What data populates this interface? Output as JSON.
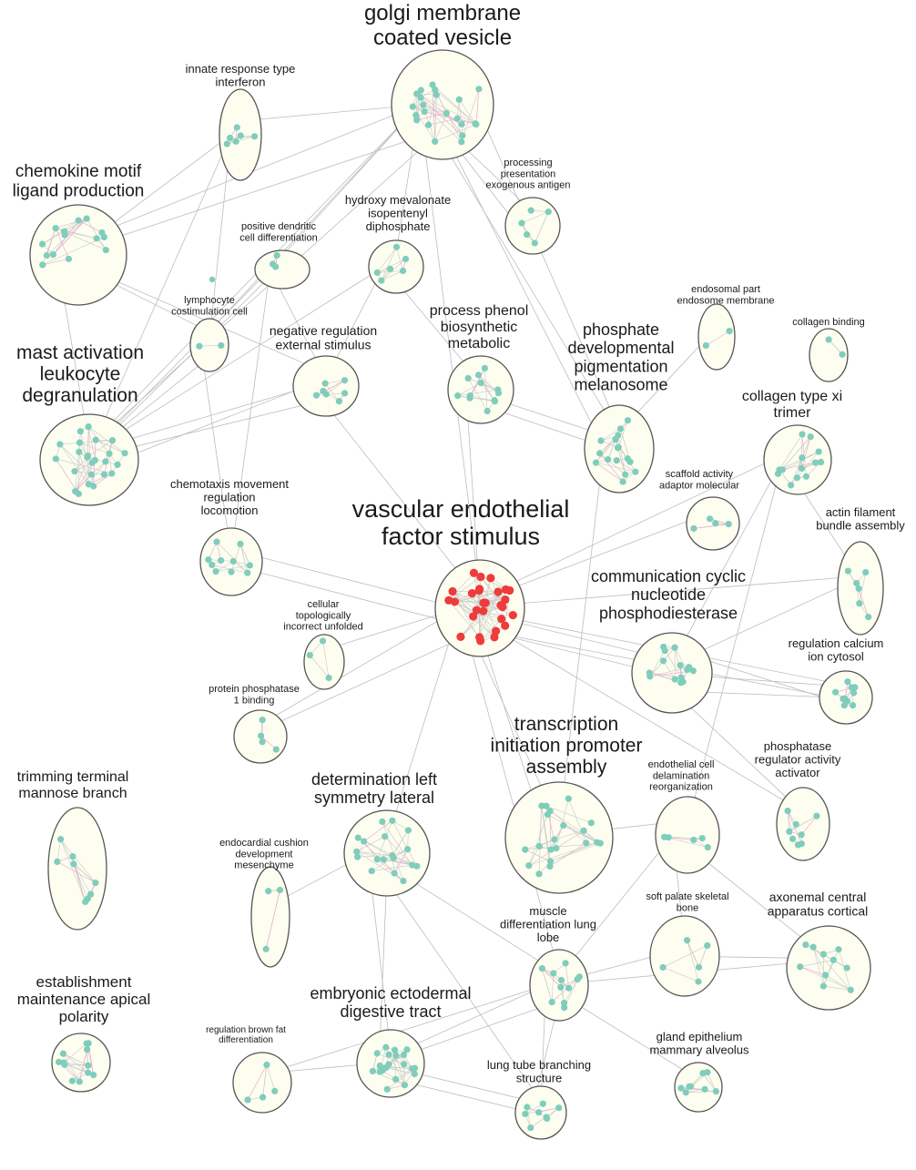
{
  "colors": {
    "node_default": "#7fcdbb",
    "node_highlight": "#ee3b3b",
    "cluster_fill": "#fdfdf0",
    "cluster_stroke": "#555555",
    "edge": "#bdbdbd"
  },
  "clusters": [
    {
      "id": "golgi",
      "label_lines": [
        "golgi membrane",
        "coated vesicle"
      ],
      "size": "xl",
      "nodes": 22
    },
    {
      "id": "innate",
      "label_lines": [
        "innate response type",
        "interferon"
      ],
      "size": "s",
      "nodes": 6
    },
    {
      "id": "chemokine",
      "label_lines": [
        "chemokine motif",
        "ligand production"
      ],
      "size": "l",
      "nodes": 14
    },
    {
      "id": "processing",
      "label_lines": [
        "processing",
        "presentation",
        "exogenous antigen"
      ],
      "size": "xs",
      "nodes": 5
    },
    {
      "id": "dendritic",
      "label_lines": [
        "positive dendritic",
        "cell differentiation"
      ],
      "size": "xs",
      "nodes": 3
    },
    {
      "id": "mevalonate",
      "label_lines": [
        "hydroxy mevalonate",
        "isopentenyl",
        "diphosphate"
      ],
      "size": "s",
      "nodes": 6
    },
    {
      "id": "lymphocyte",
      "label_lines": [
        "lymphocyte",
        "costimulation cell"
      ],
      "size": "xs",
      "nodes": 2
    },
    {
      "id": "endosomal",
      "label_lines": [
        "endosomal part",
        "endosome membrane"
      ],
      "size": "xs",
      "nodes": 2
    },
    {
      "id": "collagen_binding",
      "label_lines": [
        "collagen binding"
      ],
      "size": "xs",
      "nodes": 2
    },
    {
      "id": "negative_reg",
      "label_lines": [
        "negative regulation",
        "external stimulus"
      ],
      "size": "s",
      "nodes": 7
    },
    {
      "id": "phenol",
      "label_lines": [
        "process phenol",
        "biosynthetic",
        "metabolic"
      ],
      "size": "s",
      "nodes": 12
    },
    {
      "id": "mast",
      "label_lines": [
        "mast activation",
        "leukocyte",
        "degranulation"
      ],
      "size": "l",
      "nodes": 24
    },
    {
      "id": "phosphate_dev",
      "label_lines": [
        "phosphate",
        "developmental",
        "pigmentation",
        "melanosome"
      ],
      "size": "m",
      "nodes": 16
    },
    {
      "id": "collagen_xi",
      "label_lines": [
        "collagen type xi",
        "trimer"
      ],
      "size": "s",
      "nodes": 13
    },
    {
      "id": "chemotaxis",
      "label_lines": [
        "chemotaxis movement",
        "regulation",
        "locomotion"
      ],
      "size": "s",
      "nodes": 10
    },
    {
      "id": "scaffold",
      "label_lines": [
        "scaffold activity",
        "adaptor molecular"
      ],
      "size": "xs",
      "nodes": 4
    },
    {
      "id": "vascular",
      "label_lines": [
        "vascular endothelial",
        "factor stimulus"
      ],
      "size": "l",
      "nodes": 28
    },
    {
      "id": "actin",
      "label_lines": [
        "actin filament",
        "bundle assembly"
      ],
      "size": "s",
      "nodes": 6
    },
    {
      "id": "camp",
      "label_lines": [
        "communication cyclic",
        "nucleotide",
        "phosphodiesterase"
      ],
      "size": "m",
      "nodes": 14
    },
    {
      "id": "cellular_topo",
      "label_lines": [
        "cellular",
        "topologically",
        "incorrect unfolded"
      ],
      "size": "xs",
      "nodes": 3
    },
    {
      "id": "calcium",
      "label_lines": [
        "regulation calcium",
        "ion cytosol"
      ],
      "size": "xs",
      "nodes": 10
    },
    {
      "id": "pp1",
      "label_lines": [
        "protein phosphatase",
        "1 binding"
      ],
      "size": "xs",
      "nodes": 4
    },
    {
      "id": "transcription",
      "label_lines": [
        "transcription",
        "initiation promoter",
        "assembly"
      ],
      "size": "l",
      "nodes": 20
    },
    {
      "id": "phosphatase_reg",
      "label_lines": [
        "phosphatase",
        "regulator activity",
        "activator"
      ],
      "size": "s",
      "nodes": 8
    },
    {
      "id": "trimming",
      "label_lines": [
        "trimming terminal",
        "mannose branch"
      ],
      "size": "m",
      "nodes": 8
    },
    {
      "id": "left_right",
      "label_lines": [
        "determination left",
        "symmetry lateral"
      ],
      "size": "m",
      "nodes": 18
    },
    {
      "id": "endothelial_delam",
      "label_lines": [
        "endothelial cell",
        "delamination",
        "reorganization"
      ],
      "size": "s",
      "nodes": 5
    },
    {
      "id": "endocardial",
      "label_lines": [
        "endocardial cushion",
        "development",
        "mesenchyme"
      ],
      "size": "s",
      "nodes": 3
    },
    {
      "id": "soft_palate",
      "label_lines": [
        "soft palate skeletal",
        "bone"
      ],
      "size": "s",
      "nodes": 5
    },
    {
      "id": "axonemal",
      "label_lines": [
        "axonemal central",
        "apparatus cortical"
      ],
      "size": "m",
      "nodes": 10
    },
    {
      "id": "muscle_lung",
      "label_lines": [
        "muscle",
        "differentiation lung",
        "lobe"
      ],
      "size": "s",
      "nodes": 11
    },
    {
      "id": "establishment",
      "label_lines": [
        "establishment",
        "maintenance apical",
        "polarity"
      ],
      "size": "s",
      "nodes": 12
    },
    {
      "id": "embryonic",
      "label_lines": [
        "embryonic ectodermal",
        "digestive tract"
      ],
      "size": "m",
      "nodes": 20
    },
    {
      "id": "brown_fat",
      "label_lines": [
        "regulation brown fat",
        "differentiation"
      ],
      "size": "s",
      "nodes": 4
    },
    {
      "id": "gland",
      "label_lines": [
        "gland epithelium",
        "mammary alveolus"
      ],
      "size": "xs",
      "nodes": 8
    },
    {
      "id": "lung_tube",
      "label_lines": [
        "lung tube branching",
        "structure"
      ],
      "size": "xs",
      "nodes": 8
    }
  ],
  "highlight_cluster": "vascular",
  "edges": [
    [
      "golgi",
      "chemokine"
    ],
    [
      "golgi",
      "chemokine"
    ],
    [
      "golgi",
      "lymphocyte"
    ],
    [
      "golgi",
      "mast"
    ],
    [
      "golgi",
      "mast"
    ],
    [
      "golgi",
      "innate"
    ],
    [
      "golgi",
      "processing"
    ],
    [
      "golgi",
      "processing"
    ],
    [
      "golgi",
      "phosphate_dev"
    ],
    [
      "golgi",
      "phosphate_dev"
    ],
    [
      "golgi",
      "phosphate_dev"
    ],
    [
      "golgi",
      "vascular"
    ],
    [
      "golgi",
      "dendritic"
    ],
    [
      "golgi",
      "mevalonate"
    ],
    [
      "innate",
      "chemokine"
    ],
    [
      "innate",
      "lymphocyte"
    ],
    [
      "innate",
      "mast"
    ],
    [
      "chemokine",
      "lymphocyte"
    ],
    [
      "chemokine",
      "negative_reg"
    ],
    [
      "chemokine",
      "mast"
    ],
    [
      "lymphocyte",
      "dendritic"
    ],
    [
      "lymphocyte",
      "mast"
    ],
    [
      "lymphocyte",
      "mast"
    ],
    [
      "lymphocyte",
      "chemotaxis"
    ],
    [
      "dendritic",
      "chemotaxis"
    ],
    [
      "dendritic",
      "negative_reg"
    ],
    [
      "dendritic",
      "mast"
    ],
    [
      "mevalonate",
      "negative_reg"
    ],
    [
      "mevalonate",
      "phenol"
    ],
    [
      "mevalonate",
      "mast"
    ],
    [
      "negative_reg",
      "mast"
    ],
    [
      "negative_reg",
      "mast"
    ],
    [
      "negative_reg",
      "mast"
    ],
    [
      "negative_reg",
      "vascular"
    ],
    [
      "phenol",
      "phosphate_dev"
    ],
    [
      "phenol",
      "phosphate_dev"
    ],
    [
      "phenol",
      "vascular"
    ],
    [
      "phosphate_dev",
      "endosomal"
    ],
    [
      "phosphate_dev",
      "transcription"
    ],
    [
      "vascular",
      "chemotaxis"
    ],
    [
      "vascular",
      "chemotaxis"
    ],
    [
      "vascular",
      "cellular_topo"
    ],
    [
      "vascular",
      "pp1"
    ],
    [
      "vascular",
      "pp1"
    ],
    [
      "vascular",
      "scaffold"
    ],
    [
      "vascular",
      "collagen_xi"
    ],
    [
      "vascular",
      "camp"
    ],
    [
      "vascular",
      "camp"
    ],
    [
      "vascular",
      "calcium"
    ],
    [
      "vascular",
      "calcium"
    ],
    [
      "vascular",
      "transcription"
    ],
    [
      "vascular",
      "transcription"
    ],
    [
      "vascular",
      "left_right"
    ],
    [
      "vascular",
      "muscle_lung"
    ],
    [
      "vascular",
      "phosphatase_reg"
    ],
    [
      "vascular",
      "actin"
    ],
    [
      "camp",
      "calcium"
    ],
    [
      "camp",
      "calcium"
    ],
    [
      "camp",
      "calcium"
    ],
    [
      "camp",
      "phosphatase_reg"
    ],
    [
      "camp",
      "actin"
    ],
    [
      "collagen_xi",
      "actin"
    ],
    [
      "collagen_xi",
      "camp"
    ],
    [
      "collagen_xi",
      "endothelial_delam"
    ],
    [
      "transcription",
      "endothelial_delam"
    ],
    [
      "endothelial_delam",
      "axonemal"
    ],
    [
      "endothelial_delam",
      "muscle_lung"
    ],
    [
      "endothelial_delam",
      "soft_palate"
    ],
    [
      "left_right",
      "embryonic"
    ],
    [
      "left_right",
      "embryonic"
    ],
    [
      "left_right",
      "endocardial"
    ],
    [
      "left_right",
      "muscle_lung"
    ],
    [
      "left_right",
      "lung_tube"
    ],
    [
      "muscle_lung",
      "embryonic"
    ],
    [
      "muscle_lung",
      "embryonic"
    ],
    [
      "muscle_lung",
      "lung_tube"
    ],
    [
      "muscle_lung",
      "lung_tube"
    ],
    [
      "muscle_lung",
      "soft_palate"
    ],
    [
      "muscle_lung",
      "axonemal"
    ],
    [
      "muscle_lung",
      "gland"
    ],
    [
      "muscle_lung",
      "brown_fat"
    ],
    [
      "embryonic",
      "lung_tube"
    ],
    [
      "embryonic",
      "lung_tube"
    ],
    [
      "embryonic",
      "brown_fat"
    ],
    [
      "soft_palate",
      "axonemal"
    ]
  ]
}
